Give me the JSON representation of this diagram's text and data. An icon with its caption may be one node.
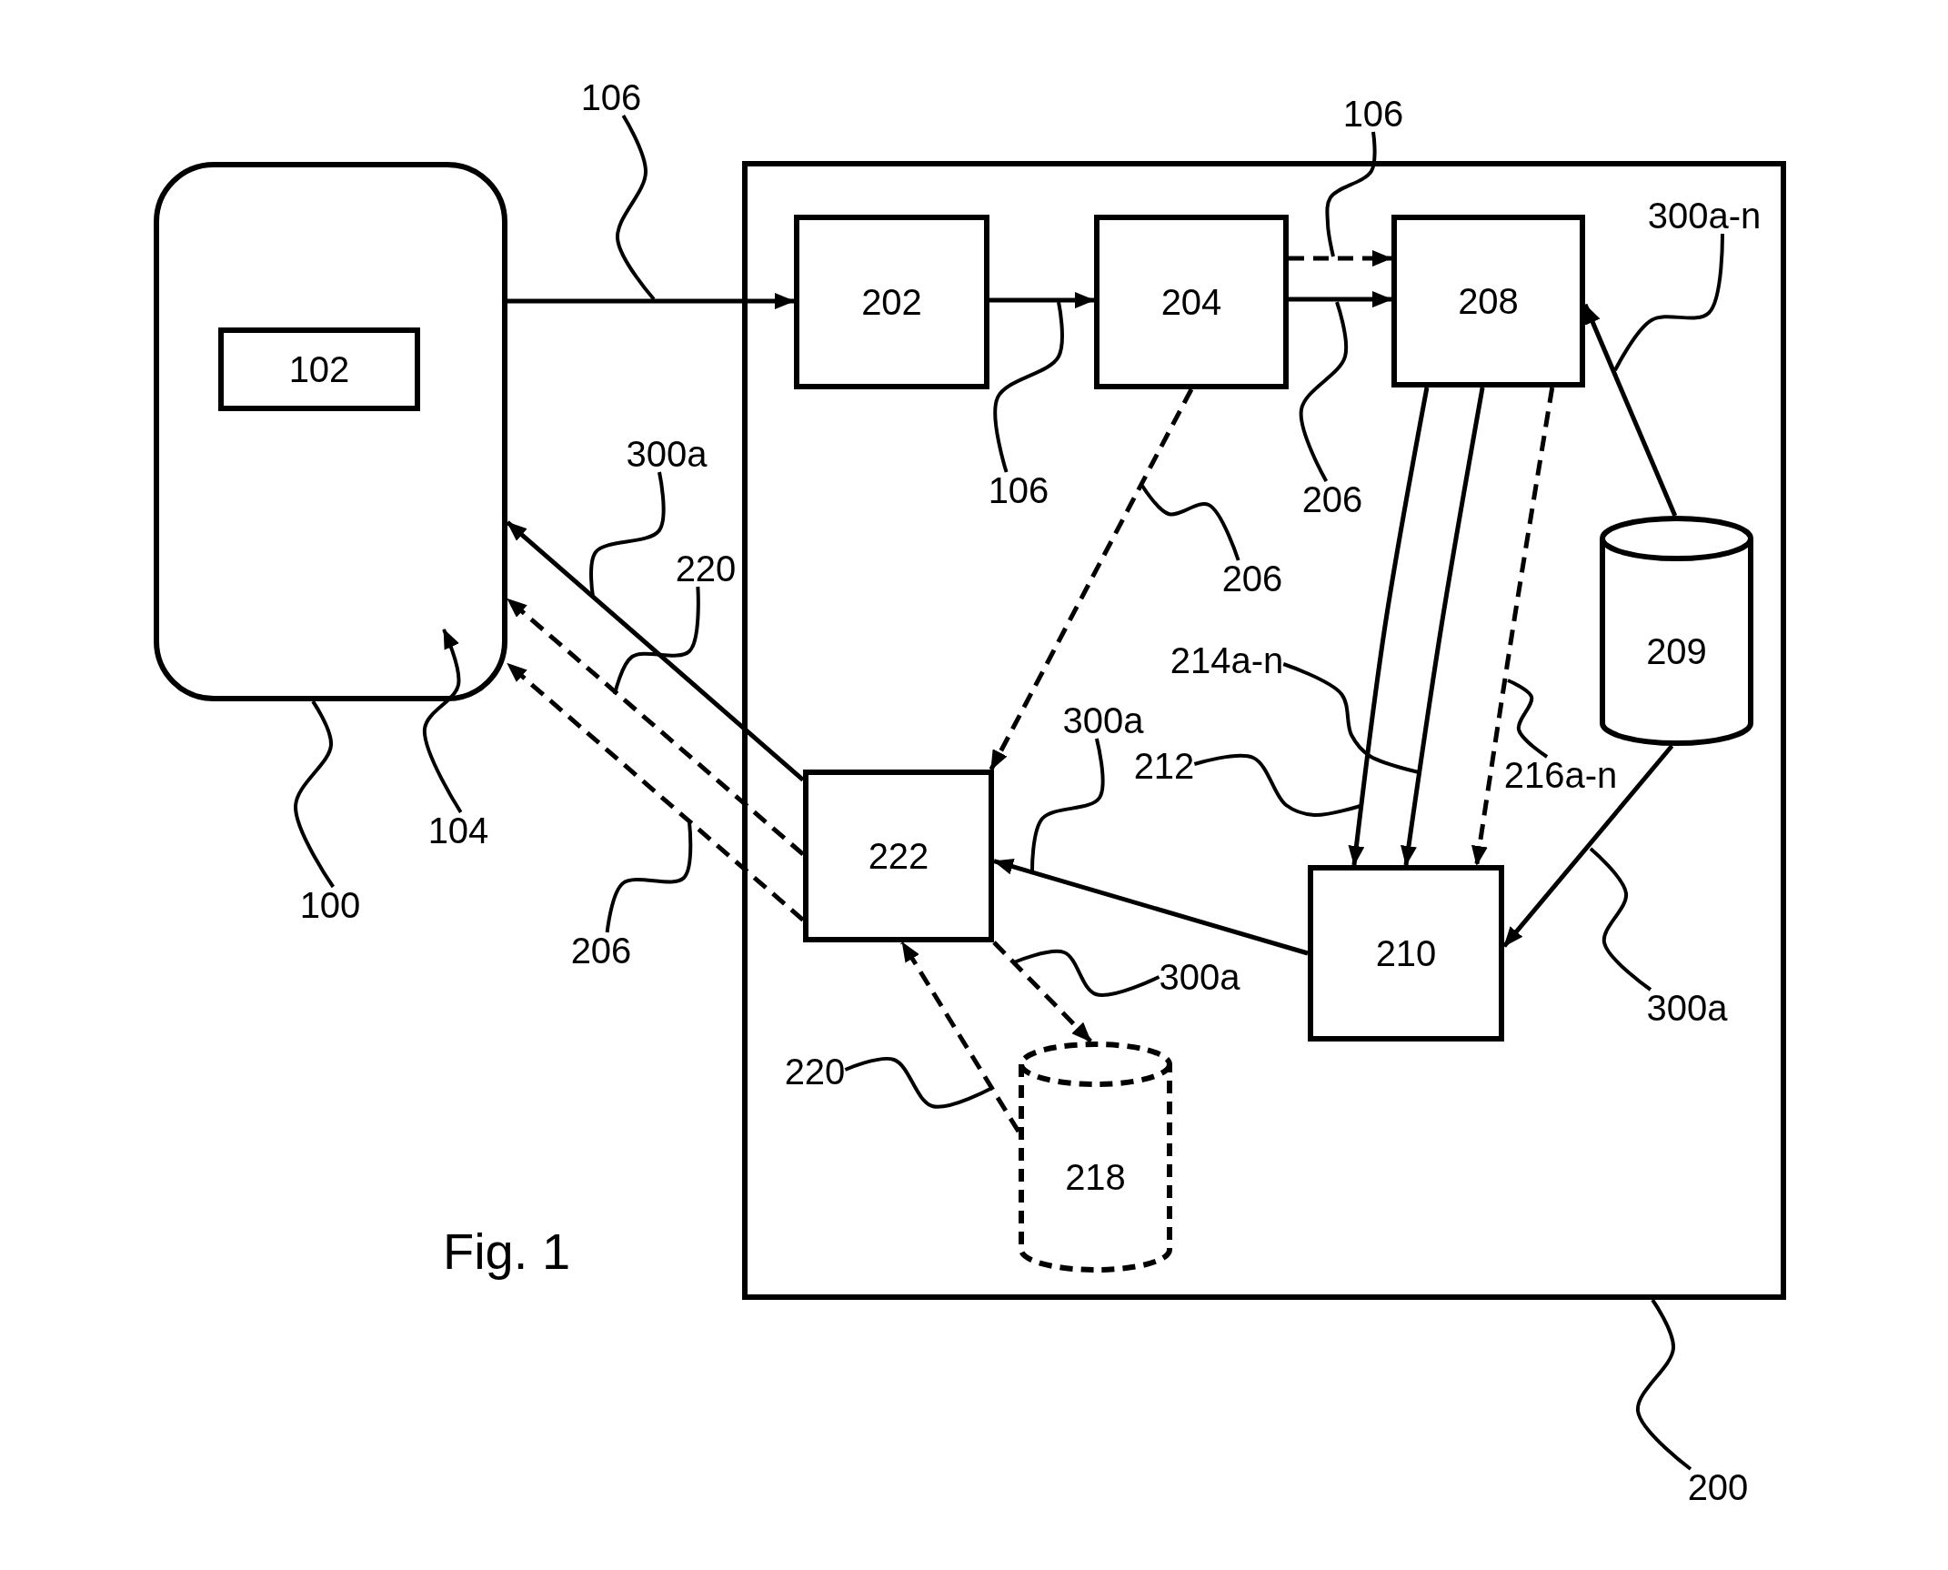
{
  "diagram": {
    "caption": "Fig. 1",
    "nodes": [
      {
        "text": [],
        "shape": "box"
      },
      {
        "text": [
          "102"
        ],
        "in": 0
      },
      {
        "text": [],
        "shape": "box"
      },
      {
        "text": [
          "202"
        ],
        "in": 2
      },
      {
        "text": [
          "204"
        ],
        "in": 2
      },
      {
        "text": [
          "208"
        ],
        "in": 2
      },
      {
        "text": [
          "209"
        ],
        "in": 2
      },
      {
        "text": [
          "222"
        ],
        "in": 2
      },
      {
        "text": [
          "210"
        ],
        "in": 2
      },
      {
        "text": [
          "218"
        ],
        "in": 2
      },
      {
        "text": [
          "106"
        ]
      },
      {
        "text": [
          "106"
        ]
      },
      {
        "text": [
          "300a-n"
        ],
        "in": 2
      },
      {
        "text": [
          "300a"
        ]
      },
      {
        "text": [
          "106"
        ],
        "in": 2
      },
      {
        "text": [
          "206"
        ],
        "in": 2
      },
      {
        "text": [
          "220"
        ]
      },
      {
        "text": [
          "206"
        ],
        "in": 2
      },
      {
        "text": [
          "214a-n"
        ],
        "in": 2
      },
      {
        "text": [
          "300a"
        ],
        "in": 2
      },
      {
        "text": [
          "212"
        ],
        "in": 2
      },
      {
        "text": [
          "216a-n"
        ],
        "in": 2
      },
      {
        "text": [
          "104"
        ]
      },
      {
        "text": [
          "100"
        ]
      },
      {
        "text": [
          "206"
        ]
      },
      {
        "text": [
          "300a"
        ],
        "in": 2
      },
      {
        "text": [
          "300a"
        ],
        "in": 2
      },
      {
        "text": [
          "220"
        ],
        "in": 2
      },
      {
        "text": [
          "200"
        ]
      }
    ],
    "edges": [
      {
        "from": 0,
        "to": 3,
        "arrow": "to"
      },
      {
        "from": 3,
        "to": 4,
        "arrow": "to"
      },
      {
        "from": 4,
        "to": 5,
        "arrow": "to",
        "style": "dashed"
      },
      {
        "from": 4,
        "to": 5,
        "arrow": "to"
      },
      {
        "from": 4,
        "to": 7,
        "arrow": "to",
        "style": "dashed"
      },
      {
        "from": 5,
        "to": 8,
        "arrow": "to"
      },
      {
        "from": 5,
        "to": 8,
        "arrow": "to"
      },
      {
        "from": 5,
        "to": 8,
        "arrow": "to",
        "style": "dashed"
      },
      {
        "from": 6,
        "to": 5,
        "arrow": "to"
      },
      {
        "from": 6,
        "to": 8,
        "arrow": "to"
      },
      {
        "from": 8,
        "to": 7,
        "arrow": "to"
      },
      {
        "from": 7,
        "to": 0,
        "arrow": "to"
      },
      {
        "from": 7,
        "to": 0,
        "arrow": "to",
        "style": "dashed"
      },
      {
        "from": 7,
        "to": 0,
        "arrow": "to",
        "style": "dashed"
      },
      {
        "from": 7,
        "to": 9,
        "arrow": "to",
        "style": "dashed"
      },
      {
        "from": 9,
        "to": 7,
        "arrow": "to",
        "style": "dashed"
      },
      {
        "from": 10,
        "to": null,
        "arrow": "none"
      },
      {
        "from": 11,
        "to": null,
        "arrow": "none"
      },
      {
        "from": 12,
        "to": null,
        "arrow": "none"
      },
      {
        "from": 13,
        "to": null,
        "arrow": "none"
      },
      {
        "from": 14,
        "to": null,
        "arrow": "none"
      },
      {
        "from": 15,
        "to": null,
        "arrow": "none"
      },
      {
        "from": 16,
        "to": null,
        "arrow": "none"
      },
      {
        "from": 17,
        "to": null,
        "arrow": "none"
      },
      {
        "from": 18,
        "to": null,
        "arrow": "none"
      },
      {
        "from": 19,
        "to": null,
        "arrow": "none"
      },
      {
        "from": 20,
        "to": null,
        "arrow": "none"
      },
      {
        "from": 21,
        "to": null,
        "arrow": "none"
      },
      {
        "from": 22,
        "to": null,
        "arrow": "to"
      },
      {
        "from": 23,
        "to": 0,
        "arrow": "none"
      },
      {
        "from": 24,
        "to": null,
        "arrow": "none"
      },
      {
        "from": 25,
        "to": null,
        "arrow": "none"
      },
      {
        "from": 26,
        "to": null,
        "arrow": "none"
      },
      {
        "from": 27,
        "to": null,
        "arrow": "none"
      },
      {
        "from": 28,
        "to": 2,
        "arrow": "none"
      }
    ]
  }
}
